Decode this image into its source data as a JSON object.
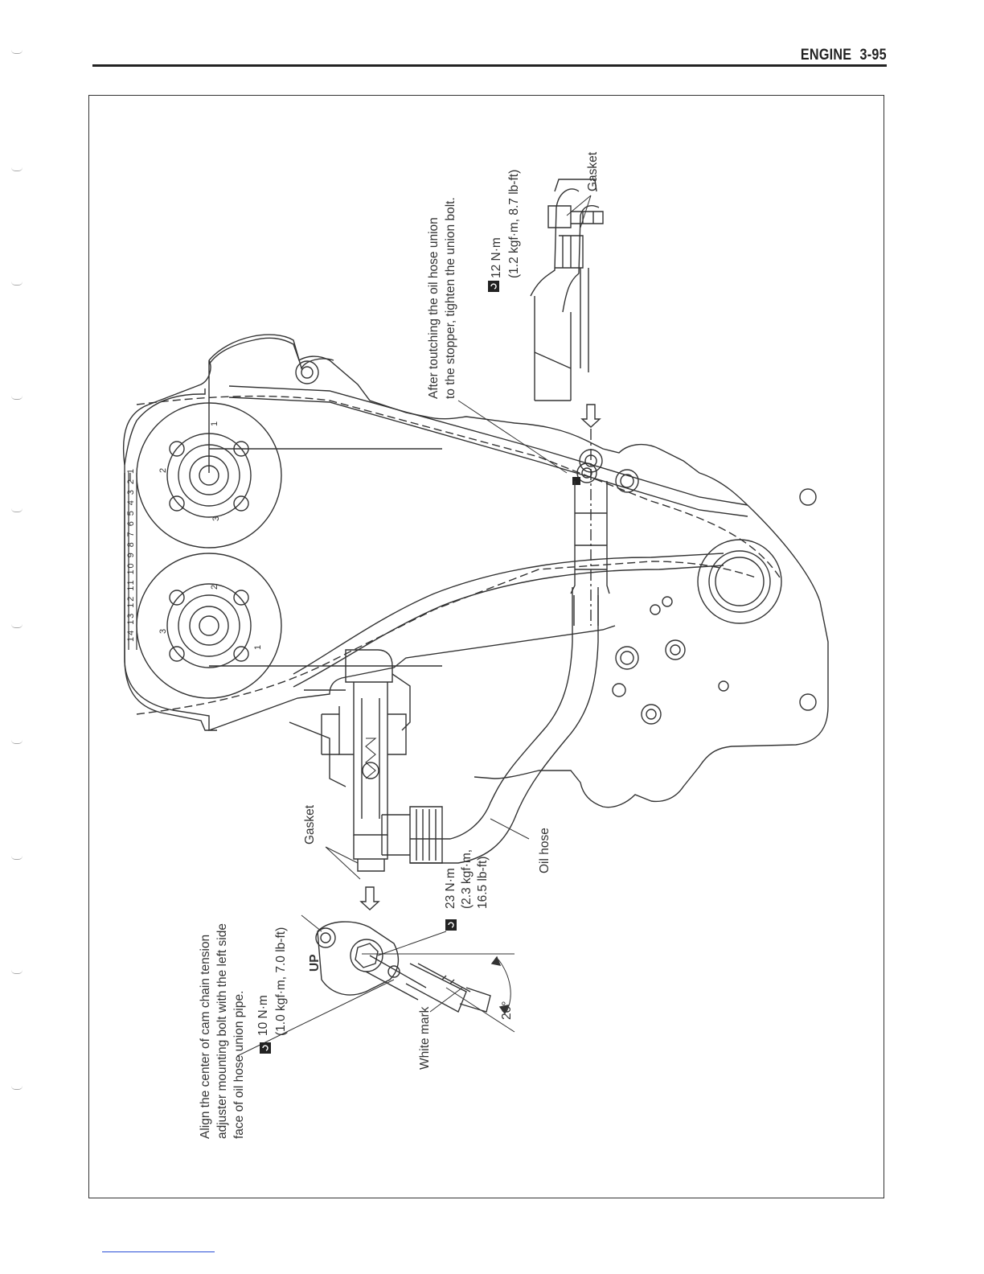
{
  "header": {
    "section": "ENGINE",
    "page": "3-95"
  },
  "callouts": {
    "align_note": {
      "line1": "Align the center of cam chain tension",
      "line2": "adjuster mounting bolt with the left side",
      "line3": "face of oil hose union pipe."
    },
    "torque_10": {
      "value": "10 N·m",
      "detail": "(1.0 kgf·m, 7.0 lb-ft)"
    },
    "torque_23": {
      "value": "23 N·m",
      "detail1": "(2.3 kgf·m,",
      "detail2": "16.5 lb-ft)"
    },
    "torque_12": {
      "value": "12 N·m",
      "detail": "(1.2 kgf·m, 8.7 lb-ft)"
    },
    "gasket_left": "Gasket",
    "gasket_right": "Gasket",
    "oil_hose": "Oil hose",
    "white_mark": "White mark",
    "up_mark": "UP",
    "angle": "20°",
    "union_note": {
      "line1": "After toutching the oil hose union",
      "line2": "to the stopper, tighten the union bolt."
    }
  },
  "chain_sequence": "14 13 12 11 10 9 8 7 6 5 4 3 2 1",
  "sprocket_marks": {
    "a1": "1",
    "a2": "2",
    "a3": "3",
    "b1": "1",
    "b2": "2",
    "b3": "3"
  }
}
